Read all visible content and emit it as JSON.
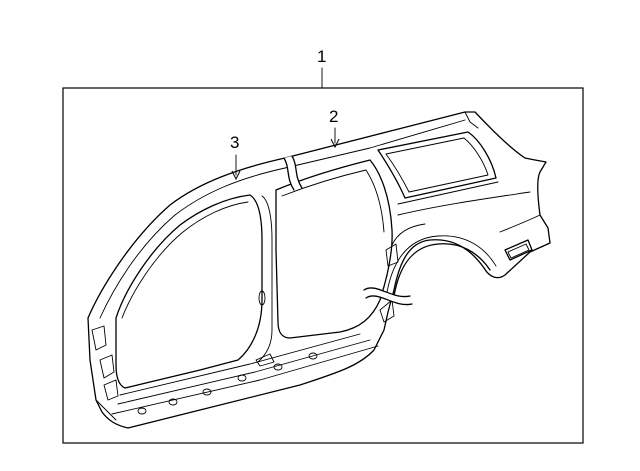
{
  "diagram": {
    "callouts": [
      {
        "id": "1",
        "label": "1"
      },
      {
        "id": "2",
        "label": "2"
      },
      {
        "id": "3",
        "label": "3"
      }
    ],
    "colors": {
      "stroke": "#000000",
      "background": "#ffffff"
    },
    "part_icon": "body-side-panel-illustration"
  }
}
